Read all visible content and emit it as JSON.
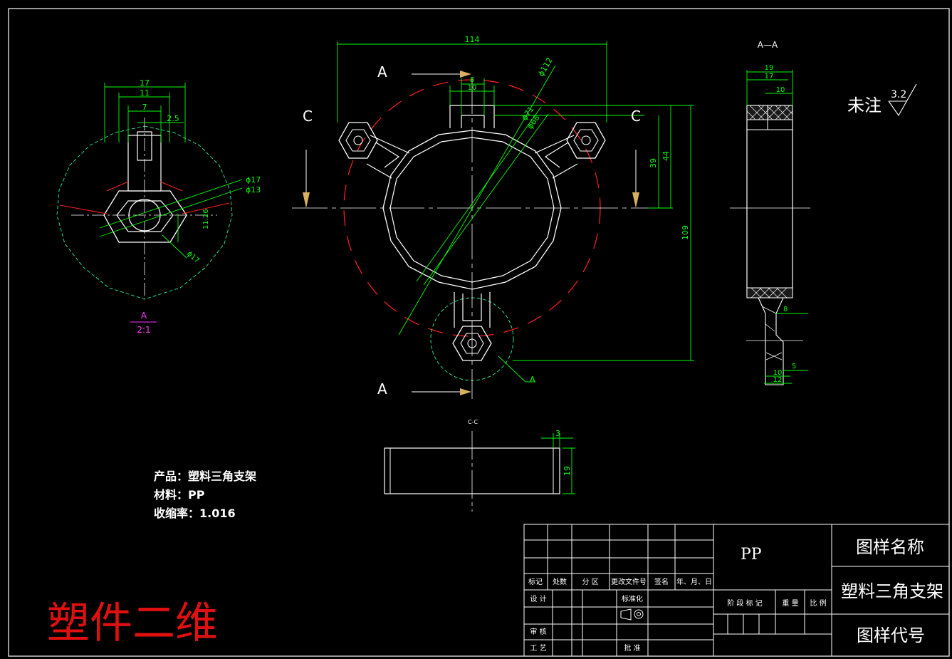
{
  "colors": {
    "background": "#000000",
    "outline": "#ffffff",
    "dimension": "#00ff00",
    "center": "#ff2020",
    "phantom": "#22dd88",
    "magenta": "#ff33ff",
    "arrow": "#d8b060",
    "big_title": "#e01010"
  },
  "view_left": {
    "dims": {
      "d17": "17",
      "d11": "11",
      "d7": "7",
      "d25": "2.5",
      "phi17a": "ϕ17",
      "phi13": "ϕ13",
      "d1126": "11.26",
      "phi17b": "ϕ17"
    },
    "detail_label": "A",
    "detail_scale": "2:1"
  },
  "view_main": {
    "dims": {
      "d114": "114",
      "d8": "8",
      "d10": "10",
      "phi112": "ϕ112",
      "phi71": "ϕ71",
      "phi68": "ϕ68",
      "d39": "39",
      "d44": "44",
      "d109": "109"
    },
    "section_a_top": "A",
    "section_a_bottom": "A",
    "section_c_left": "C",
    "section_c_right": "C",
    "detail_a": "A"
  },
  "view_section_aa": {
    "title": "A—A",
    "dims": {
      "d19": "19",
      "d17": "17",
      "d10": "10",
      "d8": "8",
      "d5": "5",
      "d10b": "10",
      "d12": "12"
    }
  },
  "view_section_cc": {
    "title": "C-C",
    "dims": {
      "d3": "3",
      "d19": "19"
    }
  },
  "note": {
    "label": "未注",
    "roughness": "3.2"
  },
  "product_info": {
    "line1": "产品：塑料三角支架",
    "line2": "材料：PP",
    "line3": "收缩率：1.016"
  },
  "big_title": "塑件二维",
  "title_block": {
    "material": "PP",
    "name_header": "图样名称",
    "name_value": "塑料三角支架",
    "code_header": "图样代号",
    "headers": {
      "mark": "标记",
      "count": "处数",
      "zone": "分 区",
      "change_doc": "更改文件号",
      "signature": "签名",
      "date": "年、月、日"
    },
    "rows": {
      "design": "设 计",
      "standard": "标准化",
      "review": "审 核",
      "process": "工 艺",
      "approve": "批 准"
    },
    "stage": {
      "stage_mark": "阶 段 标 记",
      "weight": "重 量",
      "scale": "比 例"
    }
  }
}
